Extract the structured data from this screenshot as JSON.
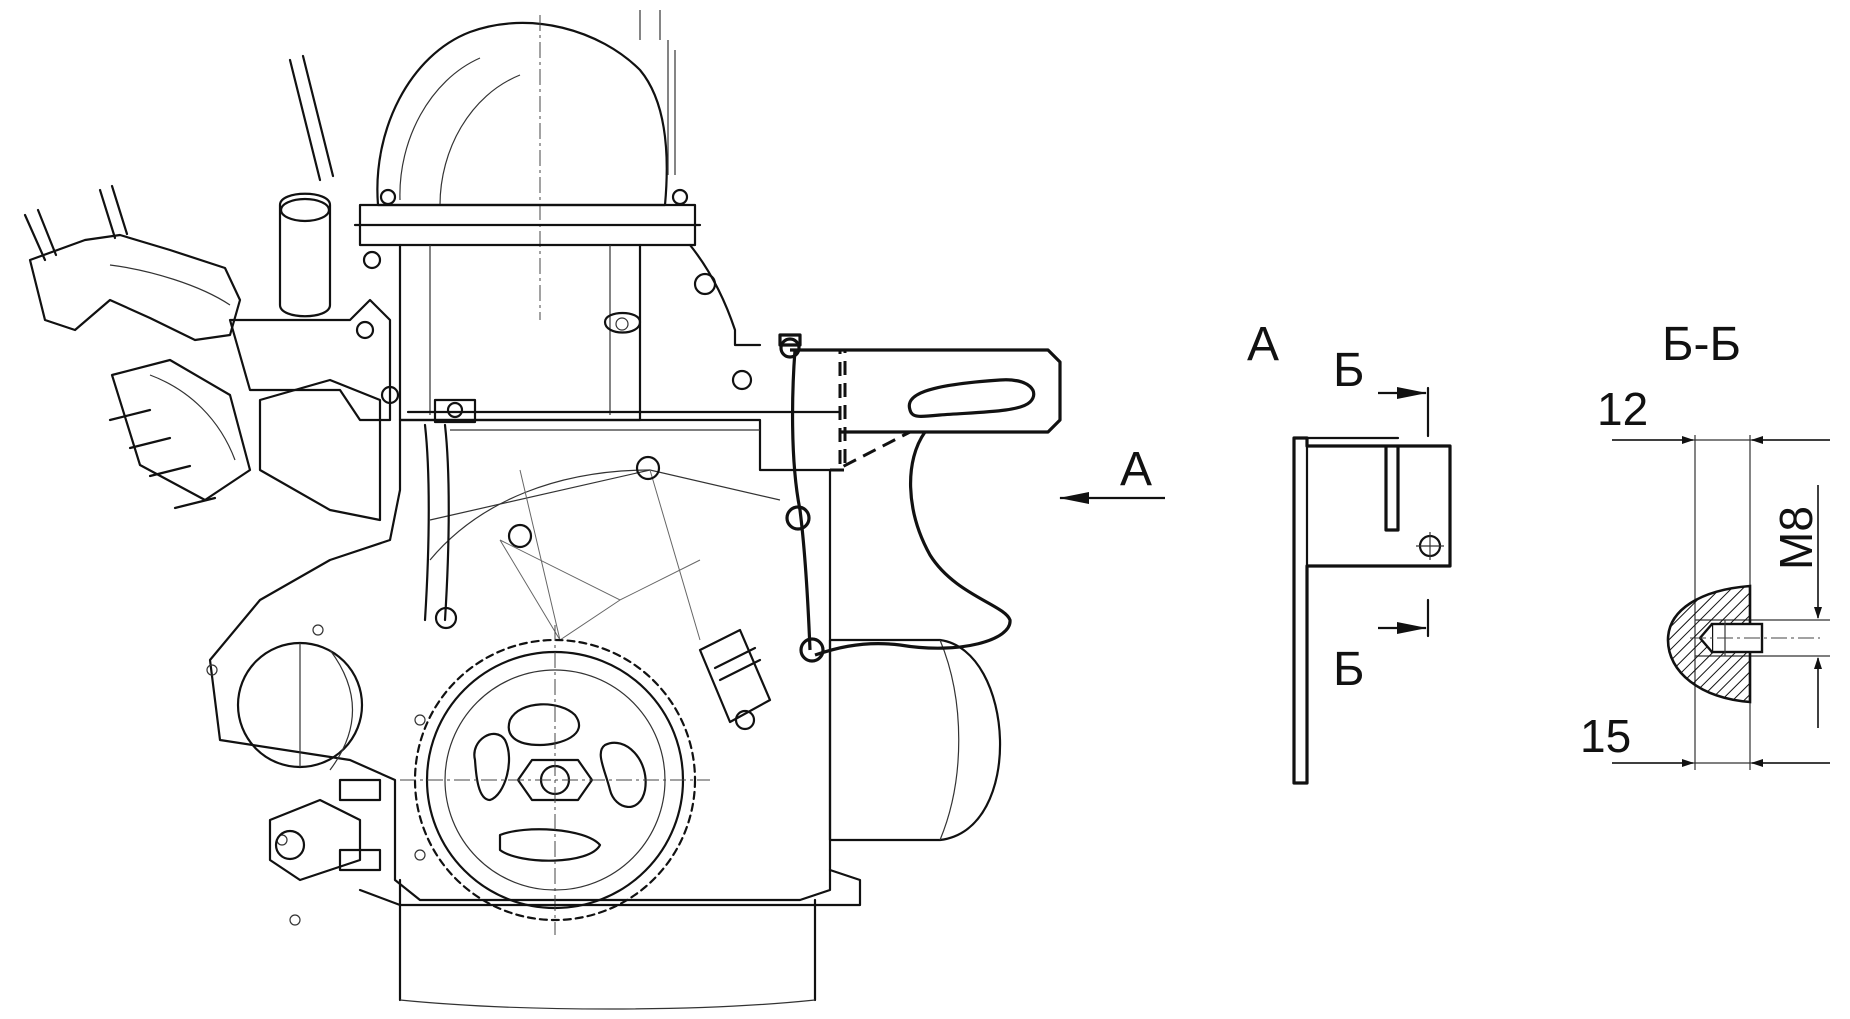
{
  "views": {
    "main_arrow_label": "А",
    "view_a_title": "А",
    "section_mark_top": "Б",
    "section_mark_bottom": "Б",
    "section_title": "Б-Б"
  },
  "dimensions": {
    "top_width": "12",
    "bottom_width": "15",
    "thread": "М8"
  }
}
